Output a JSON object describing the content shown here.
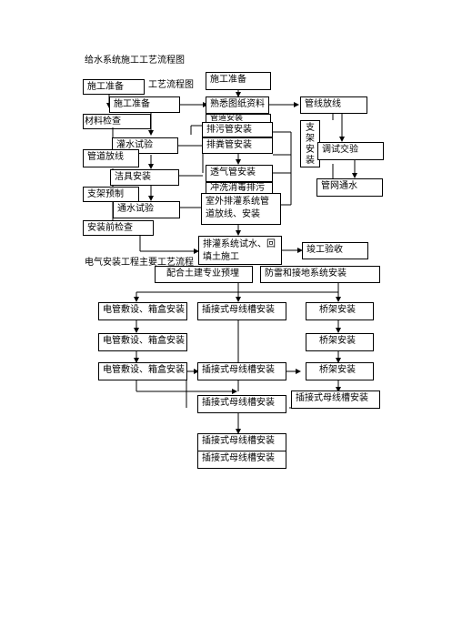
{
  "water": {
    "title": "给水系统施工工艺流程图",
    "title_overlap": "工艺流程图",
    "boxes": {
      "prep_a": "施工准备",
      "prep_b": "施工准备",
      "prep_c": "施工准备",
      "material_check": "材料检查",
      "fill_test": "灌水试验",
      "pipe_layout": "管道放线",
      "fixture_install": "洁具安装",
      "bracket_prefab": "支架预制",
      "flow_test": "通水试验",
      "pre_install_check": "安装前检查",
      "familiarize_drawings": "熟悉图纸资料",
      "pipe_install_hidden": "管道安装",
      "sewage_pipe": "排污管安装",
      "drain_pipe": "排粪管安装",
      "vent_pipe": "透气管安装",
      "flush_disinfect": "冲洗消毒排污",
      "outdoor_drain": "室外排灌系统管道放线、安装",
      "drain_test_backfill": "排灌系统试水、回填土施工",
      "pipeline_layout": "管线放线",
      "bracket_install": "支架安装",
      "debug_handover": "调试交验",
      "network_flow": "管网通水",
      "completion_acceptance": "竣工验收"
    }
  },
  "electric": {
    "title": "电气安装工程主要工艺流程",
    "boxes": {
      "civil_prep": "配合土建专业预埋",
      "grounding": "防雷和接地系统安装",
      "conduit_1": "电管敷设、箱盒安装",
      "conduit_2": "电管敷设、箱盒安装",
      "conduit_3": "电管敷设、箱盒安装",
      "busway_1": "插接式母线槽安装",
      "busway_2": "插接式母线槽安装",
      "busway_3": "插接式母线槽安装",
      "busway_4": "插接式母线槽安装",
      "busway_5": "插接式母线槽安装",
      "busway_6": "插接式母线槽安装",
      "tray_1": "桥架安装",
      "tray_2": "桥架安装",
      "tray_3": "桥架安装"
    }
  }
}
